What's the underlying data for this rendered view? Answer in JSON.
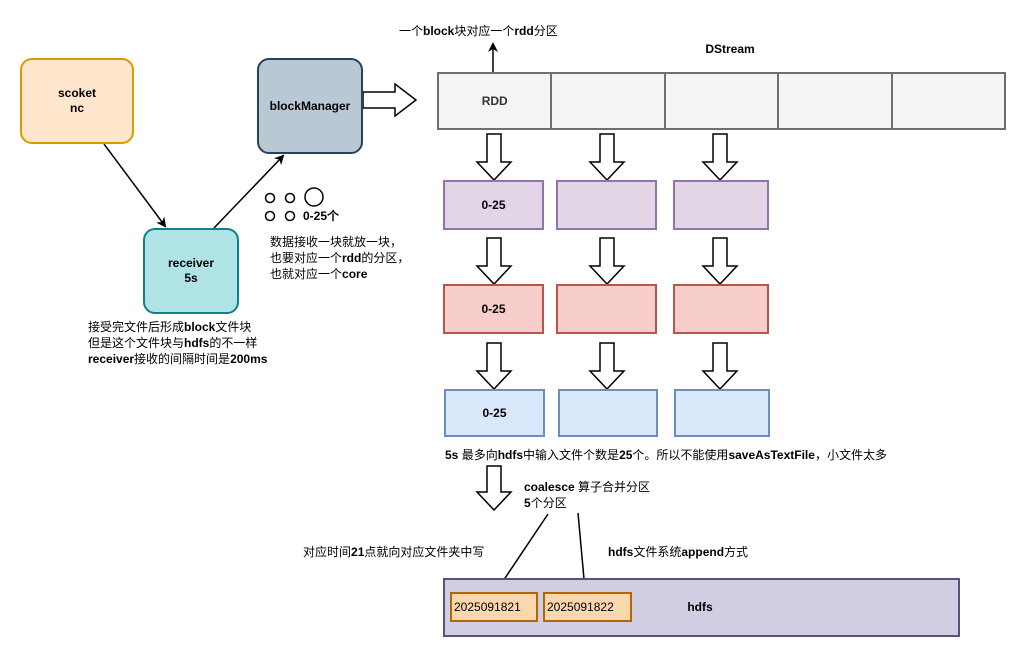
{
  "nodes": {
    "socket": "scoket\nnc",
    "receiver": "receiver\n5s",
    "block_manager": "blockManager",
    "dstream_label": "DStream",
    "dstream_cells": [
      "RDD",
      "",
      "",
      "",
      ""
    ],
    "purple_row": [
      "0-25",
      "",
      ""
    ],
    "red_row": [
      "0-25",
      "",
      ""
    ],
    "blue_row": [
      "0-25",
      "",
      ""
    ],
    "hdfs_label": "hdfs",
    "hdfs_files": [
      "2025091821",
      "2025091822"
    ],
    "circles_label": "0-25个"
  },
  "notes": {
    "block_rdd": [
      {
        "t": "一个",
        "b": false
      },
      {
        "t": "block",
        "b": true
      },
      {
        "t": "块对应一个",
        "b": false
      },
      {
        "t": "rdd",
        "b": true
      },
      {
        "t": "分区",
        "b": false
      }
    ],
    "block_receive": [
      [
        {
          "t": "数据接收一块就放一块，",
          "b": false
        }
      ],
      [
        {
          "t": "也要对应一个",
          "b": false
        },
        {
          "t": "rdd",
          "b": true
        },
        {
          "t": "的分区，",
          "b": false
        }
      ],
      [
        {
          "t": "也就对应一个",
          "b": false
        },
        {
          "t": "core",
          "b": true
        }
      ]
    ],
    "receiver_note": [
      [
        {
          "t": "接受完文件后形成",
          "b": false
        },
        {
          "t": "block",
          "b": true
        },
        {
          "t": "文件块",
          "b": false
        }
      ],
      [
        {
          "t": "但是这个文件块与",
          "b": false
        },
        {
          "t": "hdfs",
          "b": true
        },
        {
          "t": "的不一样",
          "b": false
        }
      ],
      [
        {
          "t": "receiver",
          "b": true
        },
        {
          "t": "接收的间隔时间是",
          "b": false
        },
        {
          "t": "200ms",
          "b": true
        }
      ]
    ],
    "hdfs_limit": [
      {
        "t": "5s",
        "b": true
      },
      {
        "t": " 最多向",
        "b": false
      },
      {
        "t": "hdfs",
        "b": true
      },
      {
        "t": "中输入文件个数是",
        "b": false
      },
      {
        "t": "25",
        "b": true
      },
      {
        "t": "个。所以不能使用",
        "b": false
      },
      {
        "t": "saveAsTextFile",
        "b": true
      },
      {
        "t": "，小文件太多",
        "b": false
      }
    ],
    "coalesce": [
      [
        {
          "t": "coalesce",
          "b": true
        },
        {
          "t": " 算子合并分区",
          "b": false
        }
      ],
      [
        {
          "t": "5",
          "b": true
        },
        {
          "t": "个分区",
          "b": false
        }
      ]
    ],
    "time_write": [
      {
        "t": "对应时间",
        "b": false
      },
      {
        "t": "21",
        "b": true
      },
      {
        "t": "点就向对应文件夹中写",
        "b": false
      }
    ],
    "append": [
      {
        "t": "hdfs",
        "b": true
      },
      {
        "t": "文件系统",
        "b": false
      },
      {
        "t": "append",
        "b": true
      },
      {
        "t": "方式",
        "b": false
      }
    ]
  }
}
